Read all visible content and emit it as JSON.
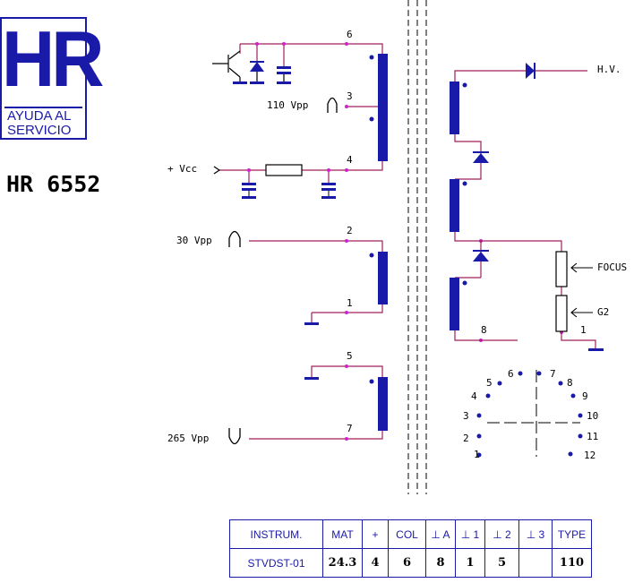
{
  "logo": {
    "letters": "HR",
    "line1": "AYUDA AL",
    "line2": "SERVICIO"
  },
  "model": "HR 6552",
  "labels": {
    "v110": "110 Vpp",
    "vcc": "+ Vcc",
    "v30": "30 Vpp",
    "v265": "265 Vpp",
    "hv": "H.V.",
    "focus": "FOCUS",
    "g2": "G2"
  },
  "pins": {
    "p6": "6",
    "p3": "3",
    "p4": "4",
    "p2": "2",
    "p1": "1",
    "p5": "5",
    "p7": "7",
    "p8": "8",
    "pg1": "1"
  },
  "socket_pins": [
    "1",
    "2",
    "3",
    "4",
    "5",
    "6",
    "7",
    "8",
    "9",
    "10",
    "11",
    "12"
  ],
  "table": {
    "headers": [
      "INSTRUM.",
      "MAT",
      "+",
      "COL",
      "⊥ A",
      "⊥ 1",
      "⊥ 2",
      "⊥ 3",
      "TYPE"
    ],
    "values": [
      "STVDST-01",
      "24.3",
      "4",
      "6",
      "8",
      "1",
      "5",
      "",
      "110"
    ]
  },
  "colors": {
    "wire": "#a0205a",
    "component": "#1a1aa8",
    "dot": "#d020d0"
  }
}
